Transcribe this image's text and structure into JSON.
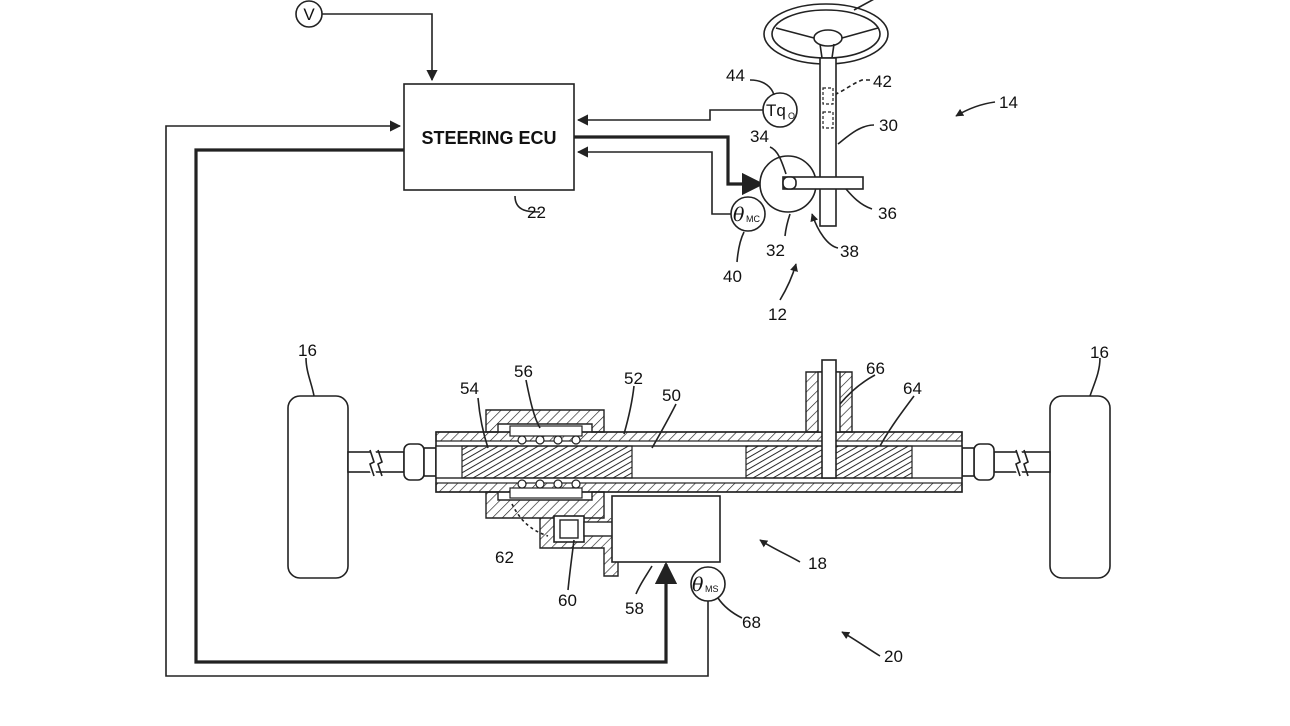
{
  "ecu": {
    "label": "STEERING ECU",
    "ref": "22"
  },
  "sensors": {
    "speed": "V",
    "torque_main": "Tq",
    "torque_sub": "O",
    "angle_symbol": "θ",
    "angle_mc_sub": "MC",
    "angle_ms_sub": "MS"
  },
  "refs": {
    "r12": "12",
    "r14": "14",
    "r16_left": "16",
    "r16_right": "16",
    "r18": "18",
    "r20": "20",
    "r22": "22",
    "r30": "30",
    "r32": "32",
    "r34": "34",
    "r36": "36",
    "r38": "38",
    "r40": "40",
    "r42": "42",
    "r44": "44",
    "r50": "50",
    "r52": "52",
    "r54": "54",
    "r56": "56",
    "r58": "58",
    "r60": "60",
    "r62": "62",
    "r64": "64",
    "r66": "66",
    "r68": "68"
  }
}
